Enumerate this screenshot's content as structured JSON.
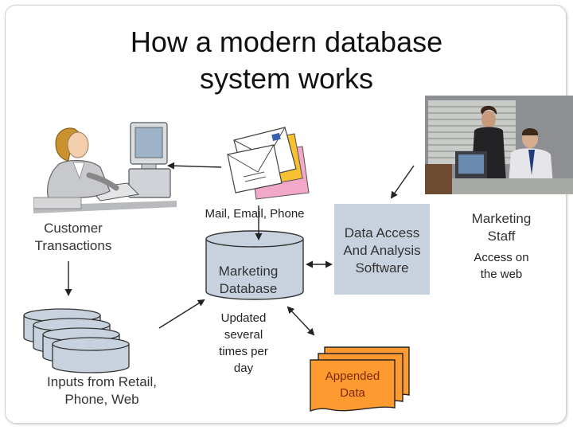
{
  "slide": {
    "title_line1": "How a modern database",
    "title_line2": "system works"
  },
  "labels": {
    "customer_line1": "Customer",
    "customer_line2": "Transactions",
    "inputs_line1": "Inputs from Retail,",
    "inputs_line2": "Phone, Web",
    "mail": "Mail, Email, Phone",
    "db_line1": "Marketing",
    "db_line2": "Database",
    "updated_line1": "Updated",
    "updated_line2": "several",
    "updated_line3": "times per",
    "updated_line4": "day",
    "daas_line1": "Data Access",
    "daas_line2": "And Analysis",
    "daas_line3": "Software",
    "appended_line1": "Appended",
    "appended_line2": "Data",
    "staff_line1": "Marketing",
    "staff_line2": "Staff",
    "access_line1": "Access on",
    "access_line2": "the web"
  },
  "colors": {
    "db_fill": "#c8d2de",
    "software_fill": "#c8d2de",
    "appended_fill": "#ff9a30",
    "arrow": "#222222"
  }
}
